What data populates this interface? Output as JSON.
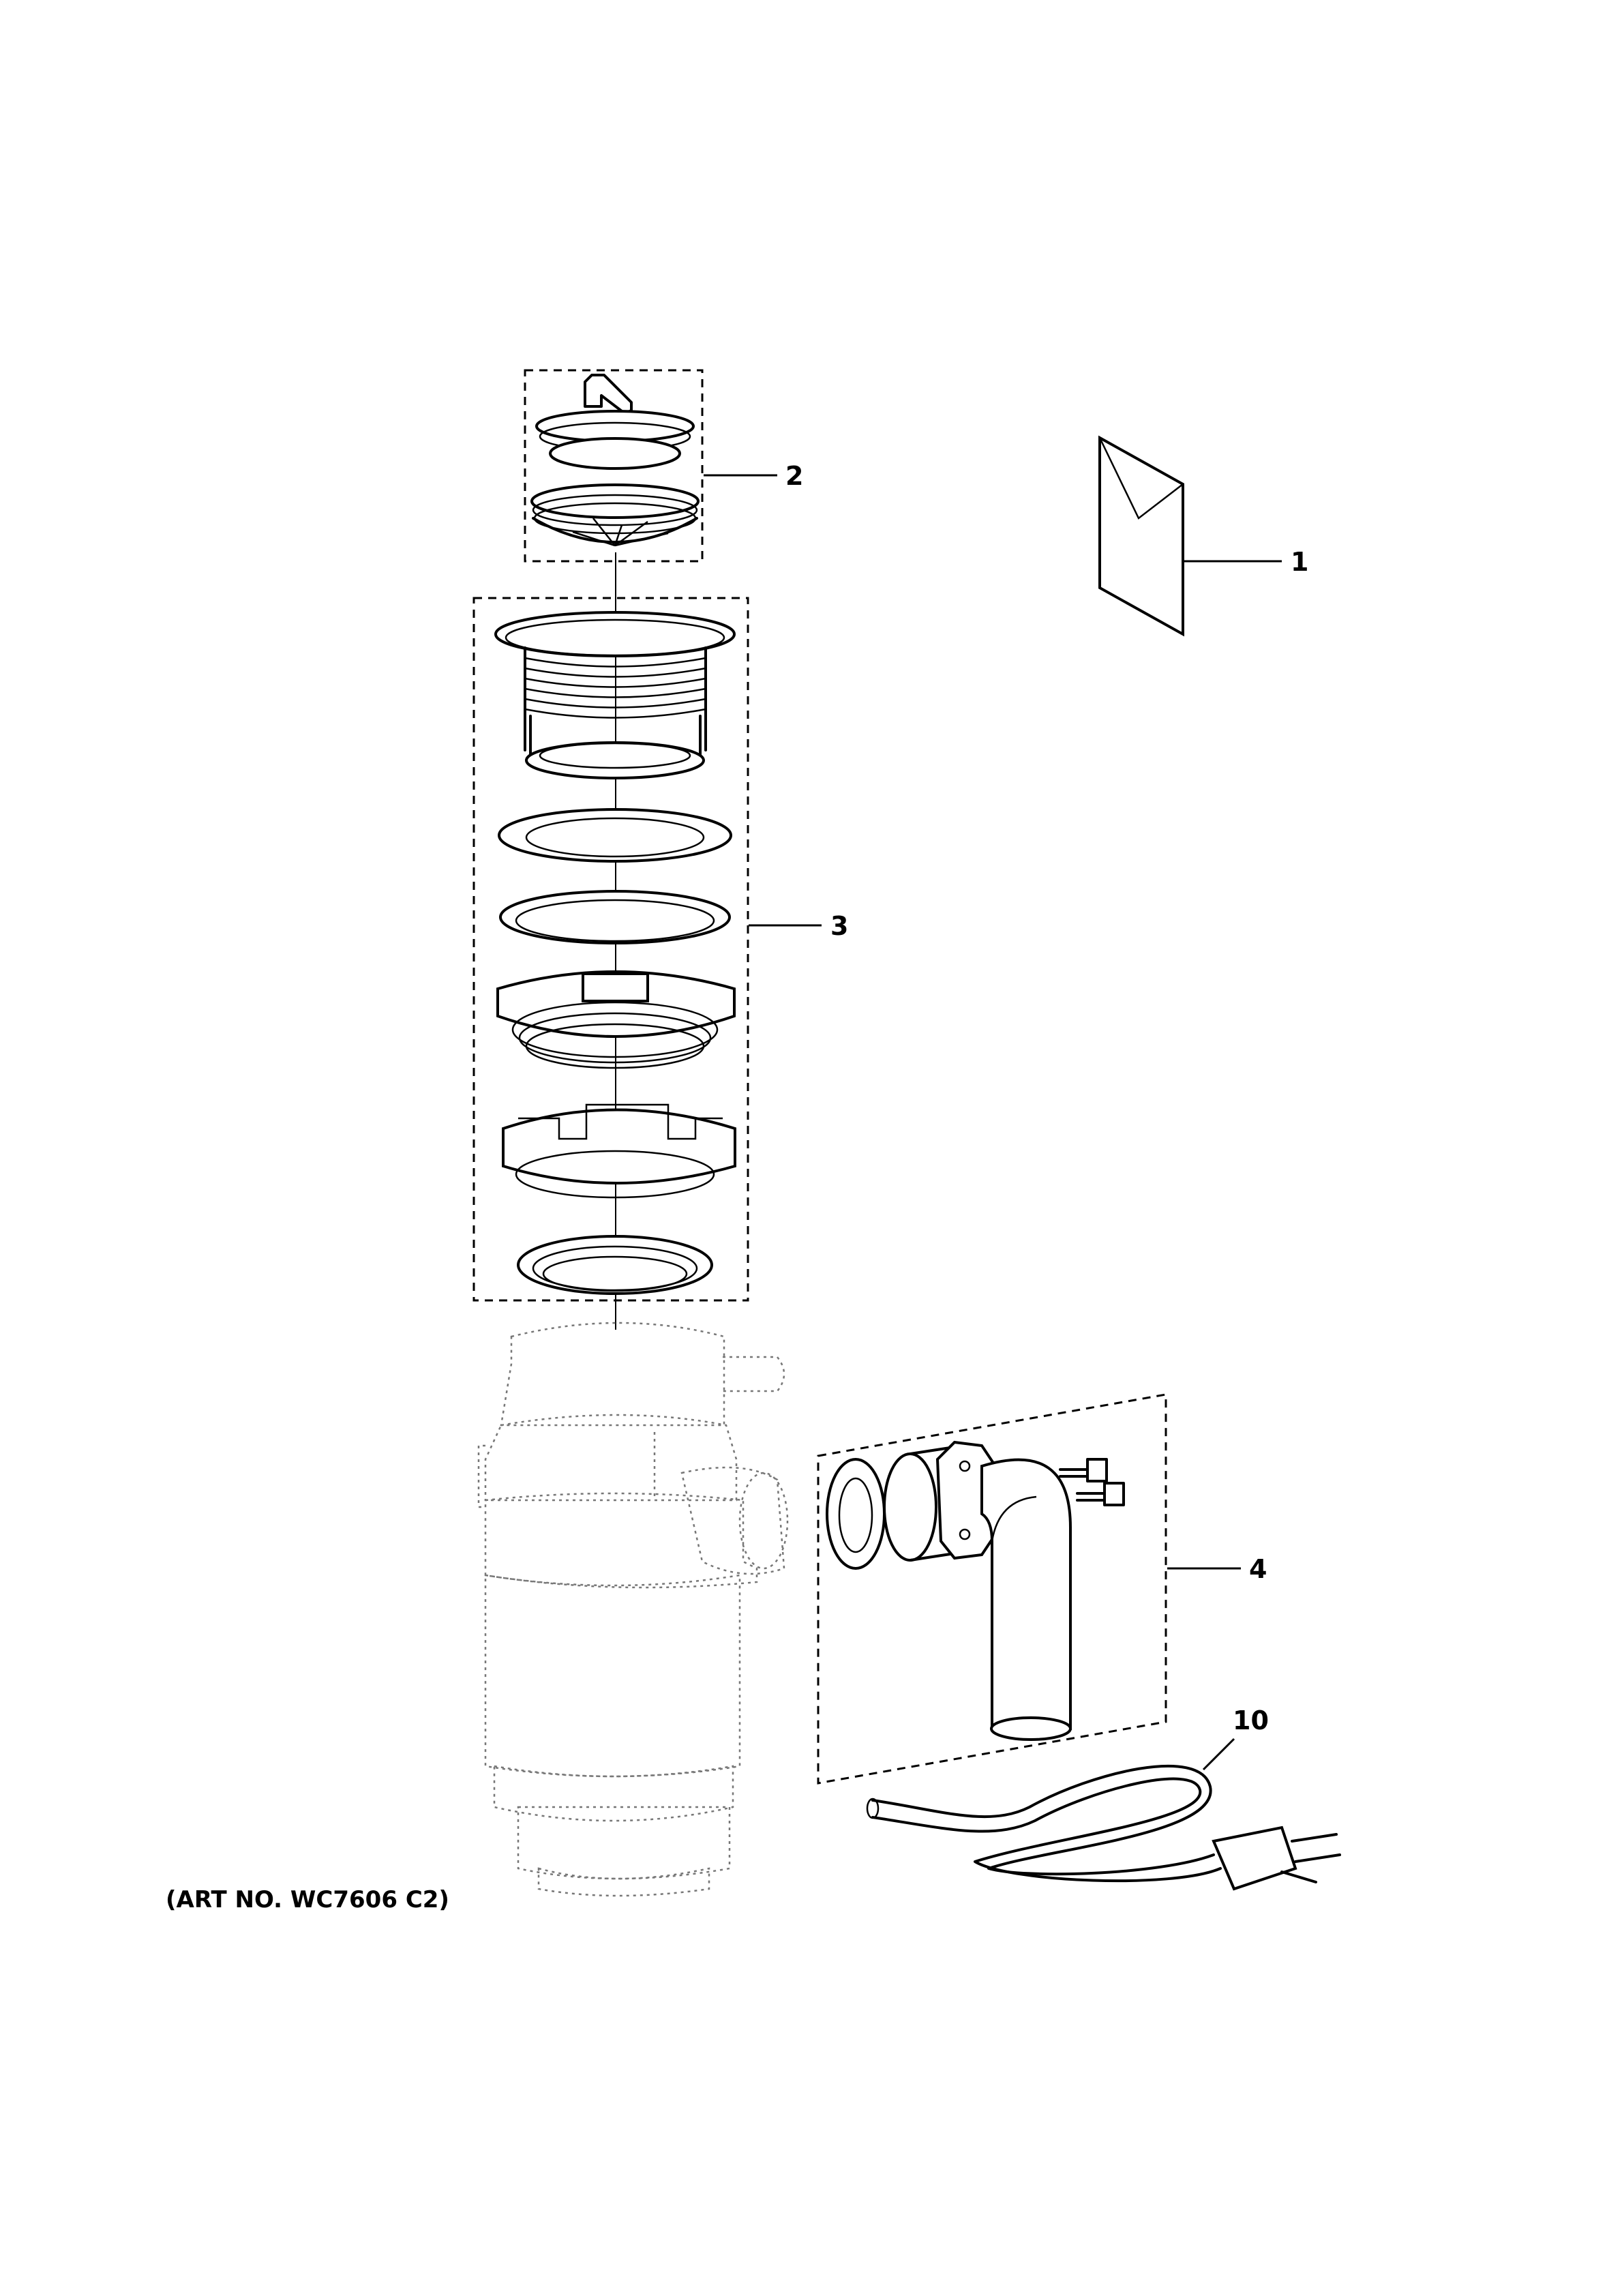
{
  "diagram": {
    "callouts": {
      "c1": "1",
      "c2": "2",
      "c3": "3",
      "c4": "4",
      "c10": "10"
    },
    "art_number": "(ART NO. WC7606 C2)"
  }
}
